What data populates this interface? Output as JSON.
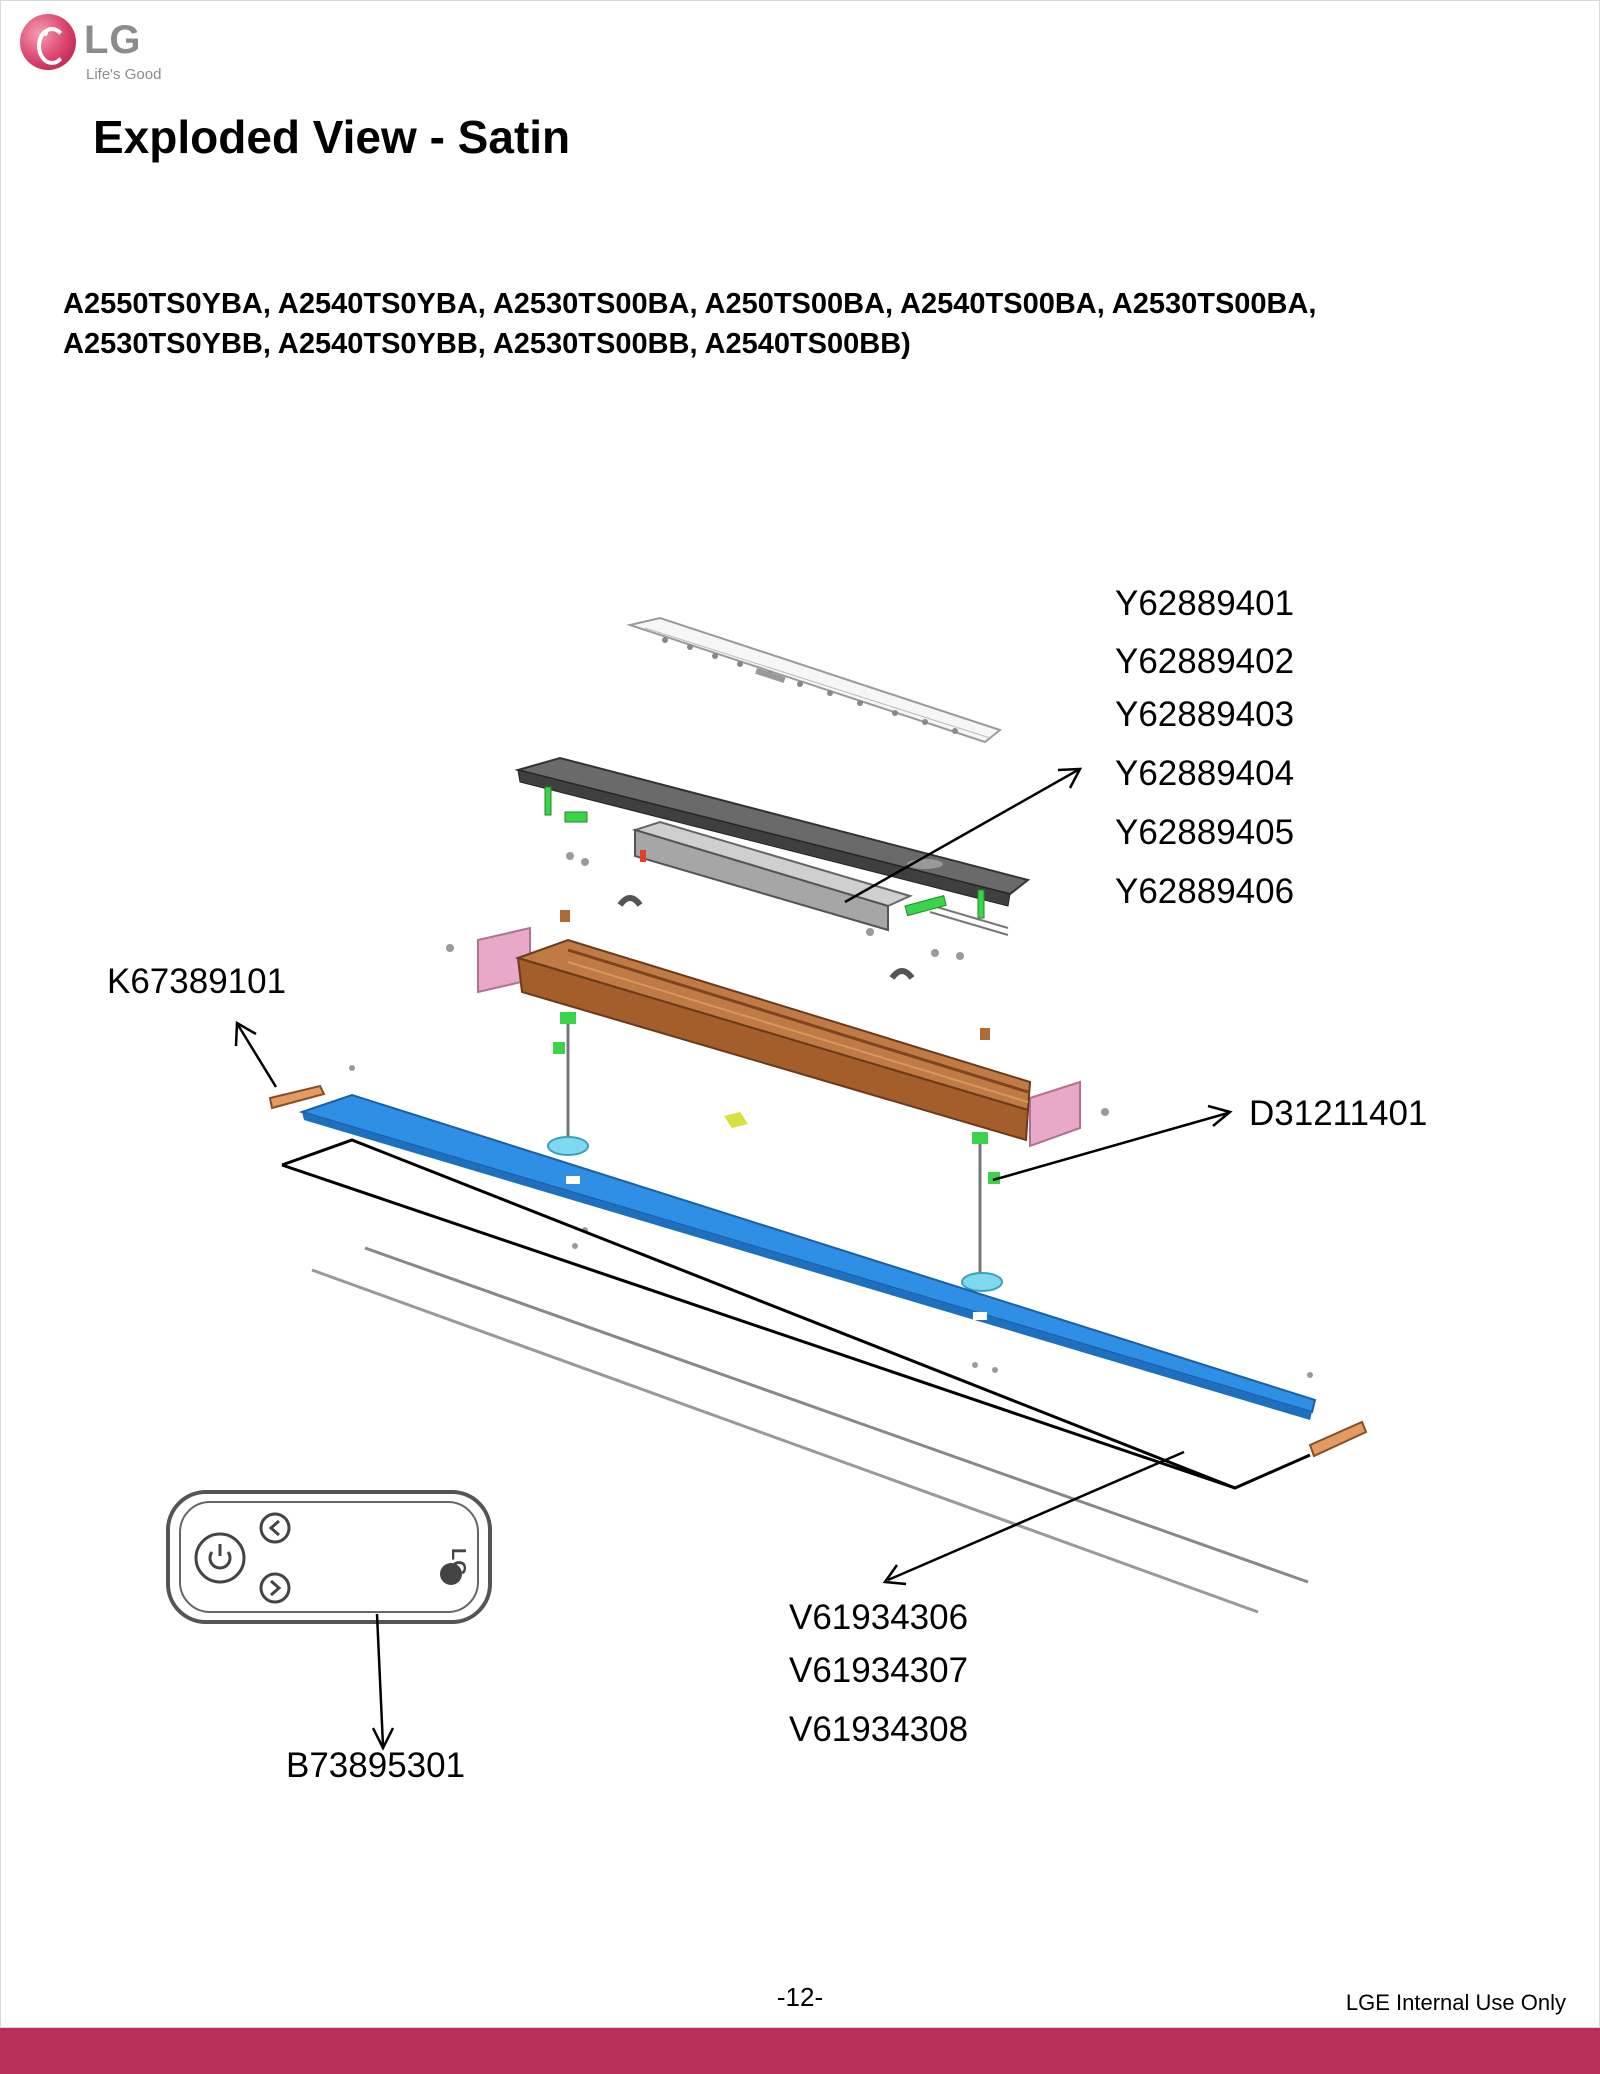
{
  "logo": {
    "brand": "LG",
    "tagline": "Life's Good"
  },
  "title": "Exploded View - Satin",
  "models": [
    "A2550TS0YBA, A2540TS0YBA, A2530TS00BA, A250TS00BA, A2540TS00BA, A2530TS00BA,",
    "A2530TS0YBB, A2540TS0YBB, A2530TS00BB, A2540TS00BB)"
  ],
  "parts": {
    "top_group": [
      "Y62889401",
      "Y62889402",
      "Y62889403",
      "Y62889404",
      "Y62889405",
      "Y62889406"
    ],
    "end_cap": "K67389101",
    "clip": "D31211401",
    "bottom_group": [
      "V61934306",
      "V61934307",
      "V61934308"
    ],
    "remote": "B73895301"
  },
  "remote": {
    "brand": "LG"
  },
  "colors": {
    "blue_bar": "#2f8fe4",
    "wood_channel": "#b06a38",
    "dark_rail": "#555555",
    "pink_bracket": "#e8a8c8",
    "footer_bar": "#b8305a"
  },
  "footer": {
    "page_number": "-12-",
    "notice": "LGE Internal Use Only"
  }
}
